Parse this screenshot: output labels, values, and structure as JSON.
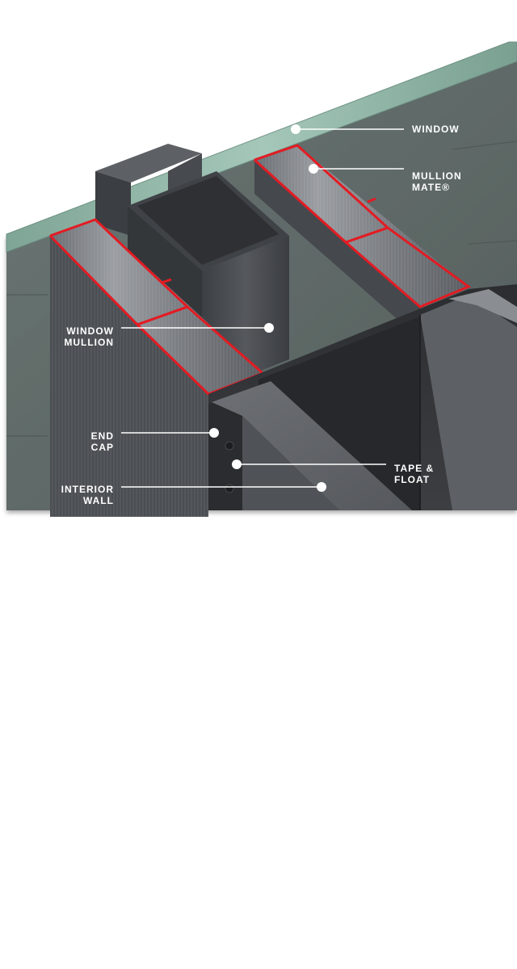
{
  "labels": {
    "window": {
      "line1": "WINDOW"
    },
    "mullion_mate": {
      "line1": "MULLION",
      "line2": "MATE®"
    },
    "window_mullion": {
      "line1": "WINDOW",
      "line2": "MULLION"
    },
    "end_cap": {
      "line1": "END",
      "line2": "CAP"
    },
    "tape_float": {
      "line1": "TAPE &",
      "line2": "FLOAT"
    },
    "interior_wall": {
      "line1": "INTERIOR",
      "line2": "WALL"
    }
  },
  "colors": {
    "exterior_wall": "#5f6a68",
    "glass": "#8fb3a5",
    "aluminum": "#4f5256",
    "aluminum_dark": "#2f3134",
    "highlight_red": "#e31b23",
    "callout_dot": "#ffffff"
  }
}
